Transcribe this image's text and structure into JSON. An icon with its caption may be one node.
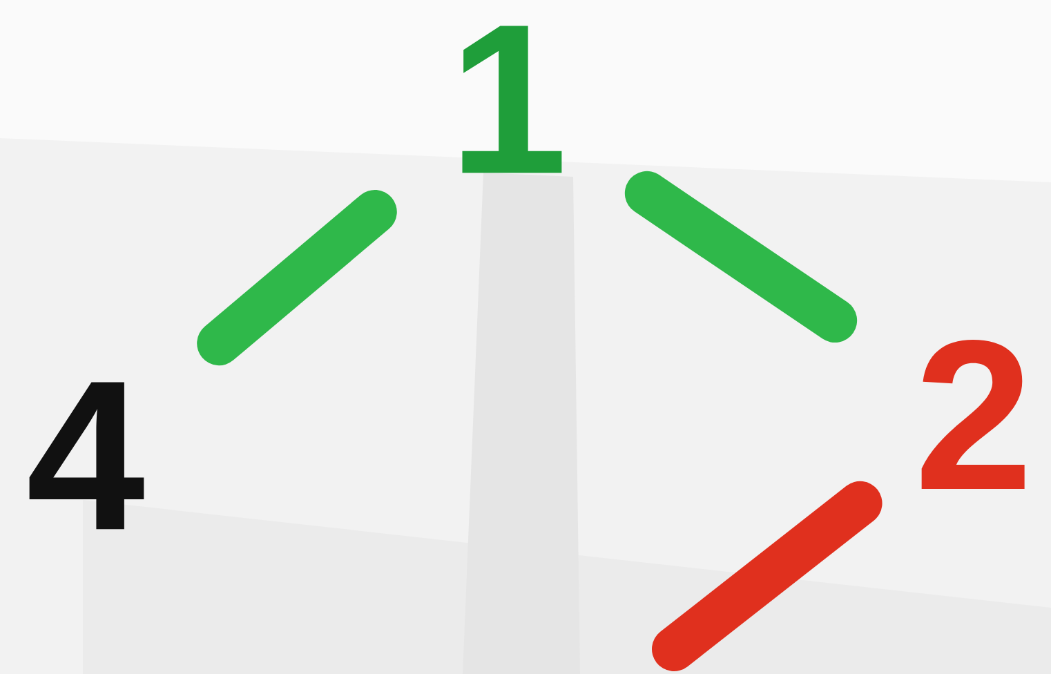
{
  "diagram": {
    "nodes": [
      {
        "text": [
          "1"
        ]
      },
      {
        "text": [
          "4"
        ]
      },
      {
        "text": [
          "2"
        ]
      }
    ],
    "edges": [
      {
        "from": 0,
        "to": 1,
        "arrow": "none"
      },
      {
        "from": 0,
        "to": 2,
        "arrow": "none"
      },
      {
        "from": 2,
        "to": null,
        "arrow": "none",
        "color": "#e0301e"
      }
    ]
  }
}
